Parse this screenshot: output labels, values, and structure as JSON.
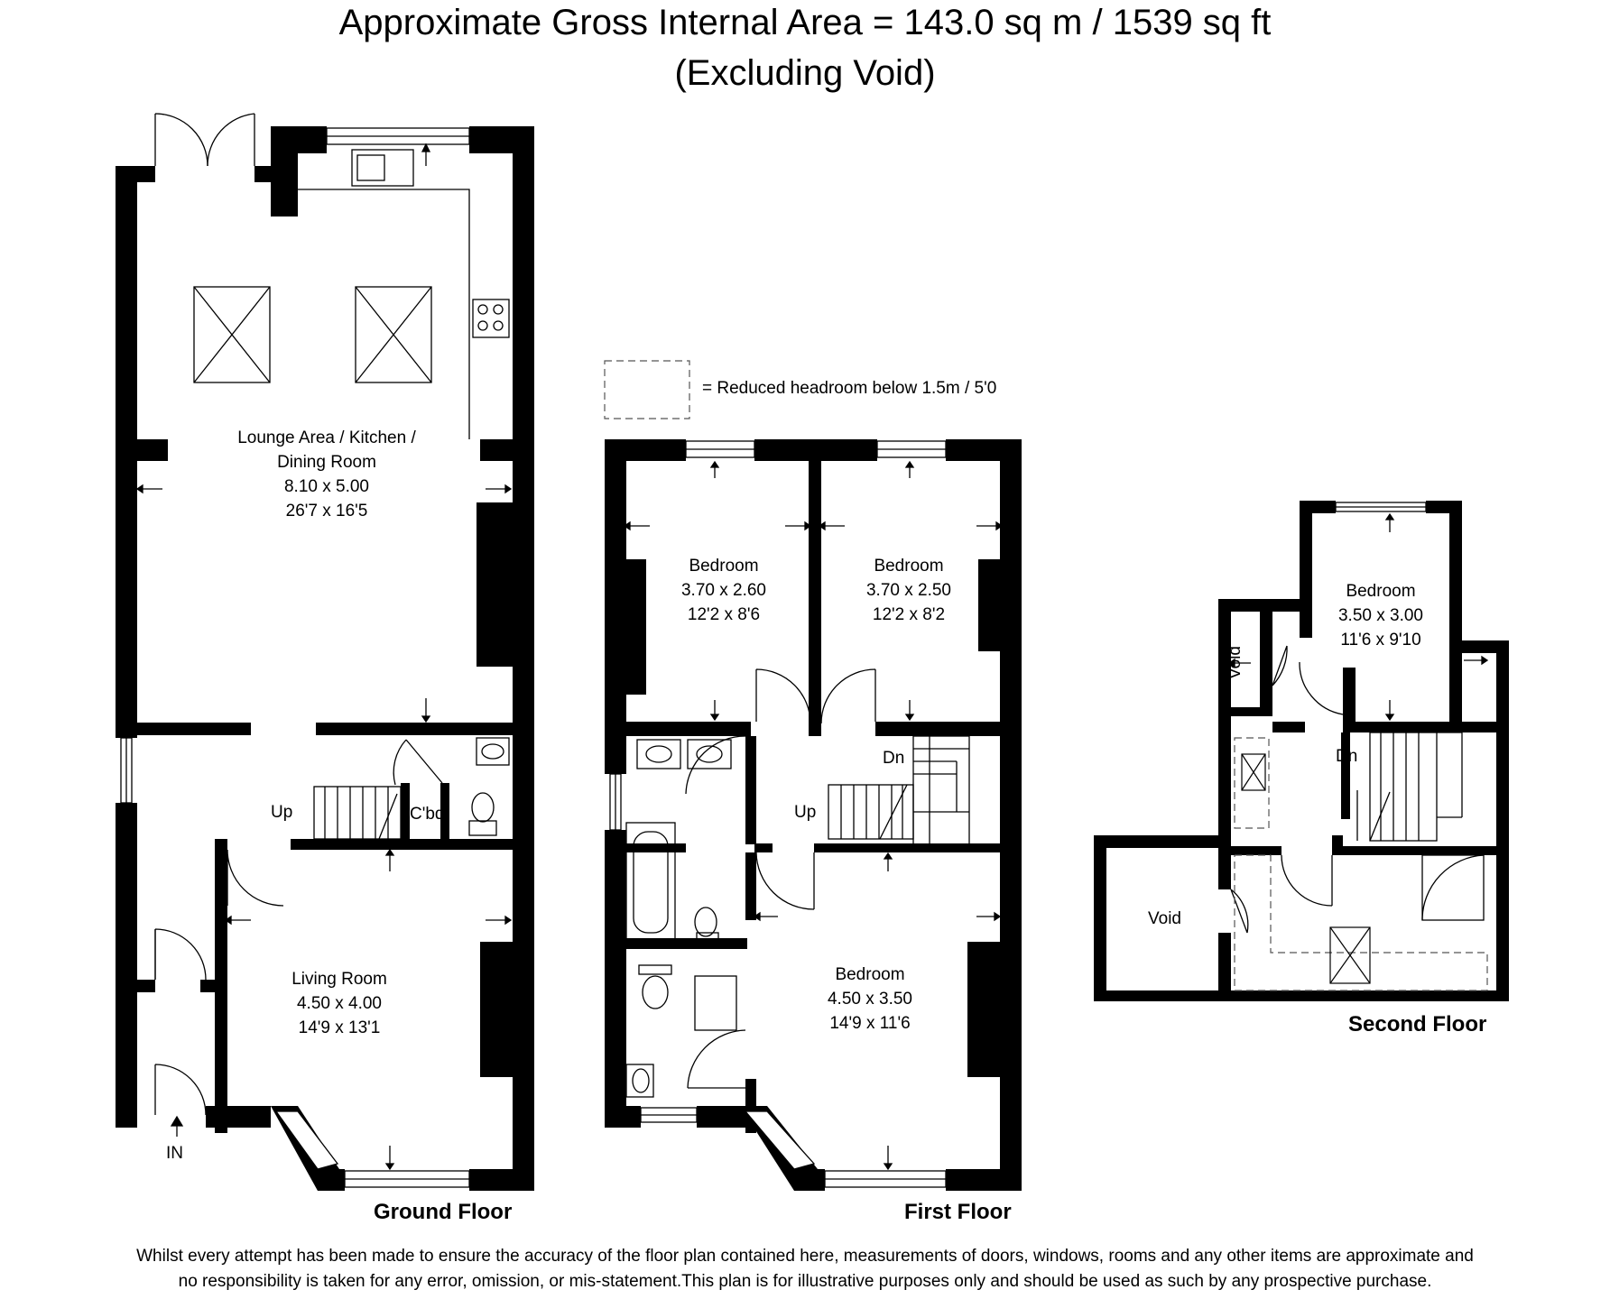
{
  "header": {
    "line1": "Approximate Gross Internal Area = 143.0 sq m / 1539 sq ft",
    "line2": "(Excluding Void)"
  },
  "legend": {
    "text": "= Reduced headroom below 1.5m / 5'0"
  },
  "ground_floor": {
    "label": "Ground Floor",
    "lounge": {
      "name_line1": "Lounge Area / Kitchen /",
      "name_line2": "Dining Room",
      "metric": "8.10 x 5.00",
      "imperial": "26'7 x 16'5"
    },
    "living": {
      "name": "Living Room",
      "metric": "4.50 x 4.00",
      "imperial": "14'9 x 13'1"
    },
    "stairs_up": "Up",
    "cupboard": "C'bd",
    "entrance": "IN"
  },
  "first_floor": {
    "label": "First Floor",
    "bedroom_a": {
      "name": "Bedroom",
      "metric": "3.70 x 2.60",
      "imperial": "12'2 x 8'6"
    },
    "bedroom_b": {
      "name": "Bedroom",
      "metric": "3.70 x 2.50",
      "imperial": "12'2 x 8'2"
    },
    "bedroom_c": {
      "name": "Bedroom",
      "metric": "4.50 x 3.50",
      "imperial": "14'9 x 11'6"
    },
    "stairs_up": "Up",
    "stairs_down": "Dn"
  },
  "second_floor": {
    "label": "Second Floor",
    "bedroom": {
      "name": "Bedroom",
      "metric": "3.50 x 3.00",
      "imperial": "11'6 x 9'10"
    },
    "void_small": "Void",
    "void_large": "Void",
    "stairs_down": "Dn"
  },
  "footer": {
    "line1": "Whilst every attempt has been made to ensure the accuracy of the floor plan contained here, measurements of doors, windows, rooms and any other items are approximate and",
    "line2": "no responsibility is taken for any error, omission, or mis-statement.This plan is for illustrative purposes only and should be used as such by any prospective purchase."
  }
}
